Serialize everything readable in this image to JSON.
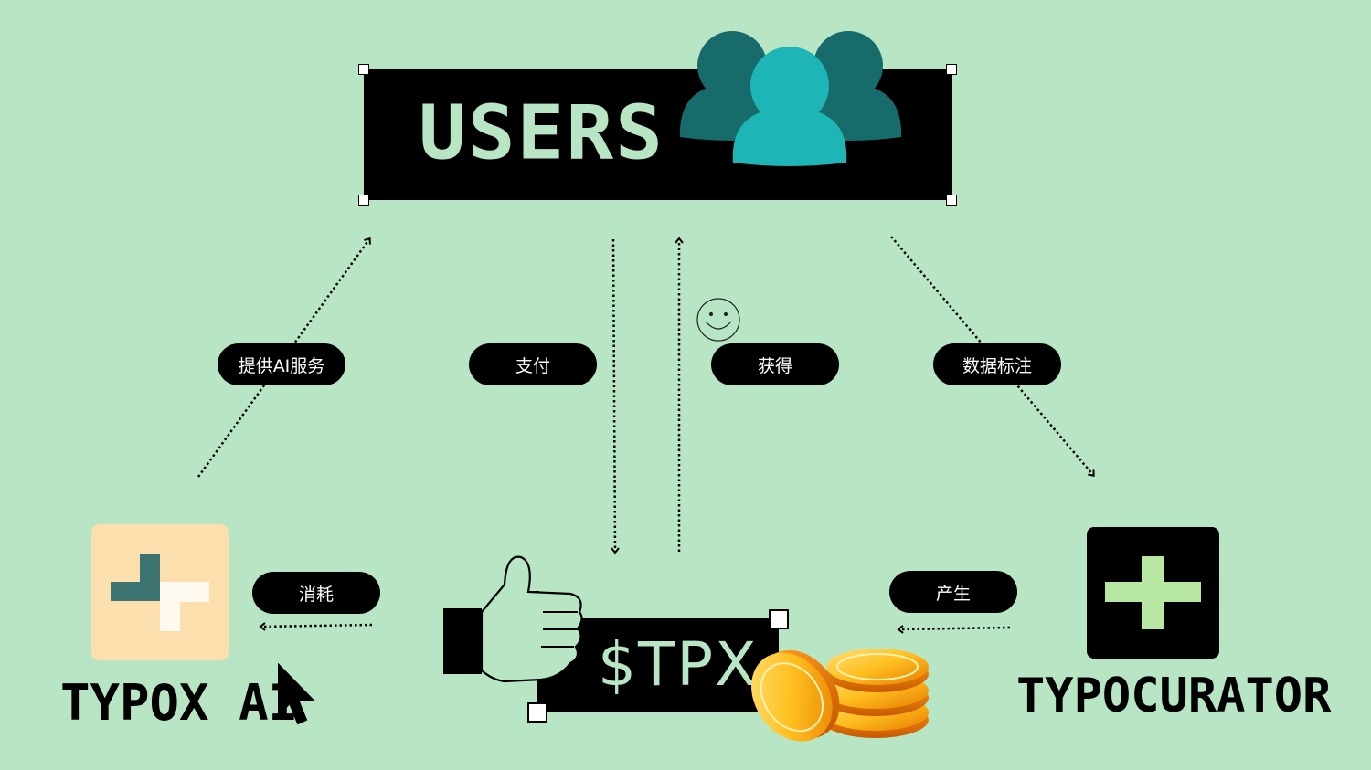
{
  "users": {
    "title": "USERS",
    "icon": "users-group-icon"
  },
  "labels": {
    "provide_ai": "提供AI服务",
    "pay": "支付",
    "obtain": "获得",
    "annotate": "数据标注",
    "consume": "消耗",
    "produce": "产生"
  },
  "nodes": {
    "typox": {
      "name": "TYPOX AI",
      "logo": "typox-logo-icon"
    },
    "curator": {
      "name": "TYPOCURATOR",
      "logo": "typocurator-plus-icon"
    },
    "token": {
      "label": "$TPX",
      "icons": [
        "thumbs-up-icon",
        "coins-icon"
      ]
    }
  },
  "colors": {
    "background": "#b8e6c5",
    "box": "#000000",
    "user_dark": "#176b6b",
    "user_light": "#1db5b5",
    "typox_bg": "#fbdfac",
    "curator_cross": "#b7e7a3"
  }
}
